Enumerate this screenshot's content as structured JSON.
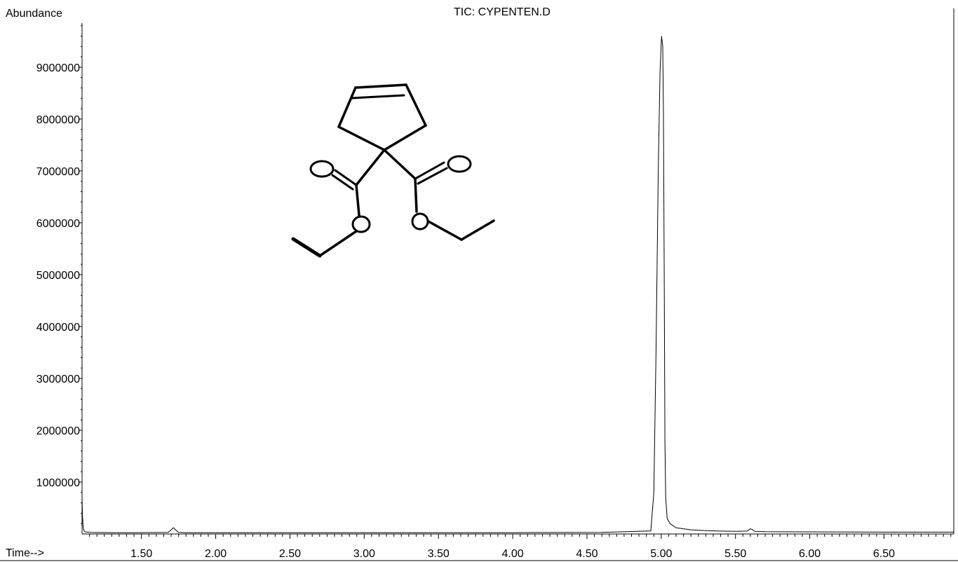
{
  "chart_data": {
    "type": "line",
    "title": "TIC: CYPENTEN.D",
    "ylabel": "Abundance",
    "xlabel": "Time-->",
    "xlim": [
      1.1,
      6.97
    ],
    "ylim": [
      0,
      9850000
    ],
    "x_ticks": [
      1.5,
      2.0,
      2.5,
      3.0,
      3.5,
      4.0,
      4.5,
      5.0,
      5.5,
      6.0,
      6.5
    ],
    "x_tick_labels": [
      "1.50",
      "2.00",
      "2.50",
      "3.00",
      "3.50",
      "4.00",
      "4.50",
      "5.00",
      "5.50",
      "6.00",
      "6.50"
    ],
    "y_ticks": [
      1000000,
      2000000,
      3000000,
      4000000,
      5000000,
      6000000,
      7000000,
      8000000,
      9000000
    ],
    "y_tick_labels": [
      "1000000",
      "2000000",
      "3000000",
      "4000000",
      "5000000",
      "6000000",
      "7000000",
      "8000000",
      "9000000"
    ],
    "grid": false,
    "legend": "none",
    "series": [
      {
        "x": [
          1.1,
          1.103,
          1.107,
          1.112,
          1.12,
          1.15,
          1.3,
          1.5,
          1.68,
          1.7,
          1.715,
          1.73,
          1.75,
          1.8,
          2.0,
          3.0,
          4.0,
          4.6,
          4.93,
          4.95,
          4.965,
          4.98,
          4.992,
          5.002,
          5.01,
          5.015,
          5.02,
          5.025,
          5.03,
          5.04,
          5.06,
          5.1,
          5.2,
          5.3,
          5.4,
          5.5,
          5.58,
          5.6,
          5.615,
          5.63,
          5.7,
          6.0,
          6.5,
          6.97
        ],
        "y": [
          700000,
          350000,
          150000,
          70000,
          40000,
          30000,
          25000,
          25000,
          30000,
          80000,
          120000,
          80000,
          30000,
          25000,
          25000,
          25000,
          25000,
          30000,
          60000,
          800000,
          3500000,
          7000000,
          8900000,
          9600000,
          9400000,
          8100000,
          5000000,
          1800000,
          700000,
          300000,
          200000,
          120000,
          80000,
          65000,
          55000,
          50000,
          55000,
          100000,
          80000,
          50000,
          45000,
          40000,
          35000,
          35000
        ]
      }
    ]
  },
  "annotation": {
    "structure": "hand-drawn-cyclopentene-diethyl-diester-structure"
  }
}
